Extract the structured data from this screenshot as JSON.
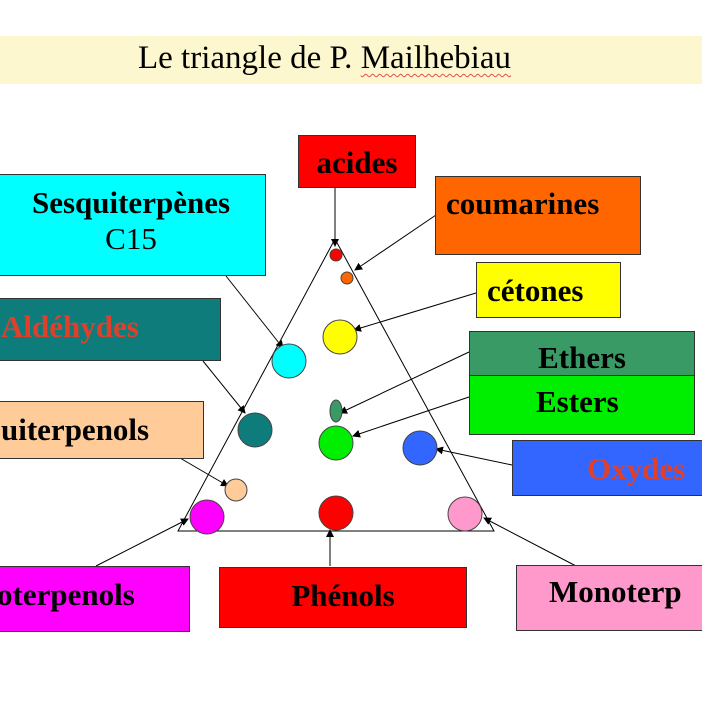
{
  "title": {
    "prefix": "Le triangle de P. ",
    "name": "Mailhebiau"
  },
  "labels": {
    "acides": "acides",
    "coumarines": "coumarines",
    "sesquiterpenes_1": "Sesquiterpènes",
    "sesquiterpenes_2": "C15",
    "cetones": "cétones",
    "aldehydes": "Aldéhydes",
    "ethers": "Ethers",
    "esters": "Esters",
    "sesquiterpenols": "uiterpenols",
    "oxydes": "Oxydes",
    "monoterpenols": "oterpenols",
    "phenols": "Phénols",
    "monoterpenes": "Monoterp"
  },
  "colors": {
    "title_bg": "#fcf7cf",
    "acides": "#ff0000",
    "coumarines": "#ff6600",
    "sesquiterpenes": "#00ffff",
    "cetones": "#ffff00",
    "aldehydes": "#0f7c7c",
    "ethers": "#3a9a65",
    "esters": "#00ee00",
    "sesquiterpenols": "#ffcc99",
    "oxydes": "#3366ff",
    "monoterpenols": "#ff00ff",
    "phenols": "#ff0000",
    "monoterpenes": "#ff99cc",
    "warm_text": "#e0402a"
  }
}
